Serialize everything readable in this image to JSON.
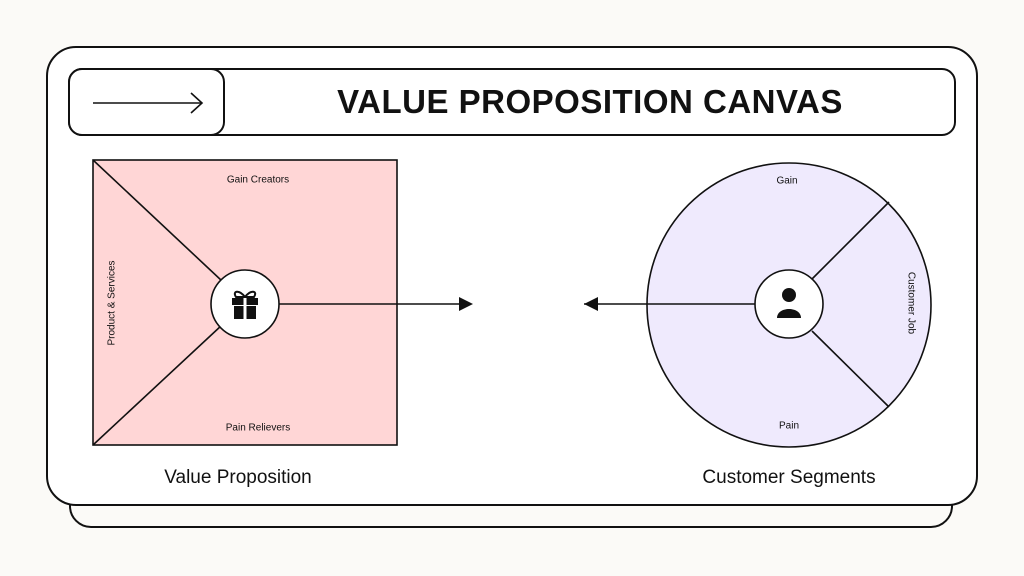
{
  "header": {
    "title": "VALUE PROPOSITION CANVAS"
  },
  "value_proposition": {
    "caption": "Value Proposition",
    "fill_color": "#ffd6d6",
    "icon": "gift-icon",
    "segments": {
      "top": "Gain Creators",
      "left": "Product & Services",
      "bottom": "Pain Relievers"
    }
  },
  "customer_segments": {
    "caption": "Customer Segments",
    "fill_color": "#efeafd",
    "icon": "person-icon",
    "segments": {
      "top": "Gain",
      "right": "Customer Job",
      "bottom": "Pain"
    }
  }
}
